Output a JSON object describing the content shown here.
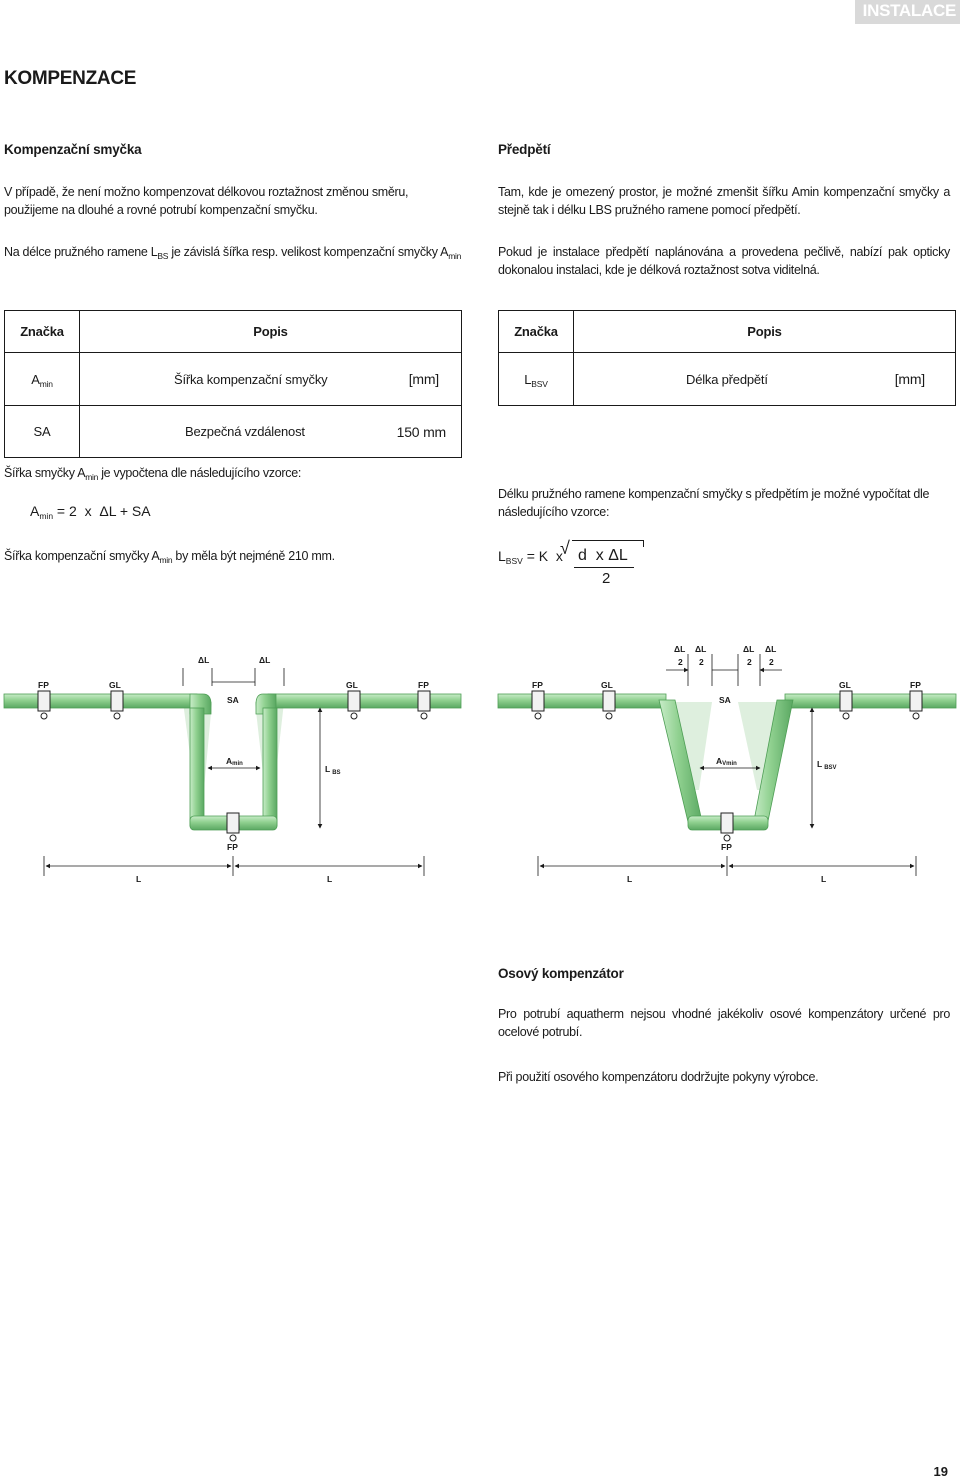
{
  "header": {
    "section": "INSTALACE",
    "title": "KOMPENZACE",
    "page_number": "19"
  },
  "left": {
    "heading": "Kompenzační smyčka",
    "p1": "V případě, že není možno kompenzovat délkovou roztažnost změnou směru, použijeme na dlouhé a rovné potrubí kompenzační smyčku.",
    "p2_a": "Na délce pružného ramene L",
    "p2_sub": "BS",
    "p2_b": " je závislá šířka resp. velikost kompenzační smyčky A",
    "p2_sub2": "min"
  },
  "right": {
    "heading": "Předpětí",
    "p1": "Tam, kde je omezený prostor, je možné zmenšit šířku Amin kompenzační smyčky a stejně tak i délku LBS pružného ramene pomocí předpětí.",
    "p2": "Pokud je instalace předpětí naplánována a provedena pečlivě, nabízí pak opticky dokonalou instalaci, kde je délková roztažnost sotva viditelná."
  },
  "table_left": {
    "head_symbol": "Značka",
    "head_desc": "Popis",
    "rows": [
      {
        "sym": "A",
        "sub": "min",
        "desc": "Šířka kompenzační smyčky",
        "value": "[mm]"
      },
      {
        "sym": "SA",
        "sub": "",
        "desc": "Bezpečná vzdálenost",
        "value": "150 mm"
      }
    ]
  },
  "table_right": {
    "head_symbol": "Značka",
    "head_desc": "Popis",
    "rows": [
      {
        "sym": "L",
        "sub": "BSV",
        "desc": "Délka předpětí",
        "value": "[mm]"
      }
    ]
  },
  "formula_left": {
    "intro_a": "Šířka smyčky A",
    "intro_sub": "min",
    "intro_b": " je vypočtena dle následujícího vzorce:",
    "lhs": "A",
    "lhs_sub": "min",
    "rhs": " = 2  x  ΔL + SA",
    "note_a": "Šířka kompenzační smyčky A",
    "note_sub": "min",
    "note_b": " by měla být nejméně 210 mm."
  },
  "formula_right": {
    "intro": "Délku pružného ramene kompenzační smyčky s předpětím je možné vypočítat dle následujícího vzorce:",
    "lhs": "L",
    "lhs_sub": "BSV",
    "eq": " = K  x  ",
    "root": "√",
    "num": "d  x ΔL",
    "den": "2"
  },
  "diagram_left": {
    "dl1": "ΔL",
    "dl2": "ΔL",
    "fp1": "FP",
    "gl1": "GL",
    "sa": "SA",
    "gl2": "GL",
    "fp2": "FP",
    "amin": "A",
    "amin_sub": "min",
    "lbs": "L",
    "lbs_sub": "BS",
    "fp_bottom": "FP",
    "l1": "L",
    "l2": "L"
  },
  "diagram_right": {
    "dl_num": "ΔL",
    "dl_den": "2",
    "fp1": "FP",
    "gl1": "GL",
    "sa": "SA",
    "gl2": "GL",
    "fp2": "FP",
    "av": "A",
    "av_sub": "Vmin",
    "lbsv": "L",
    "lbsv_sub": "BSV",
    "fp_bottom": "FP",
    "l1": "L",
    "l2": "L"
  },
  "axial": {
    "heading": "Osový kompenzátor",
    "p1": "Pro potrubí aquatherm nejsou vhodné jakékoliv osové kompenzátory určené pro ocelové potrubí.",
    "p2": "Při použití osového kompenzátoru dodržujte pokyny výrobce."
  },
  "colors": {
    "pipe": "#8fd08f",
    "pipe_dark": "#4e9e55",
    "header_bg": "#d9d9d9"
  }
}
